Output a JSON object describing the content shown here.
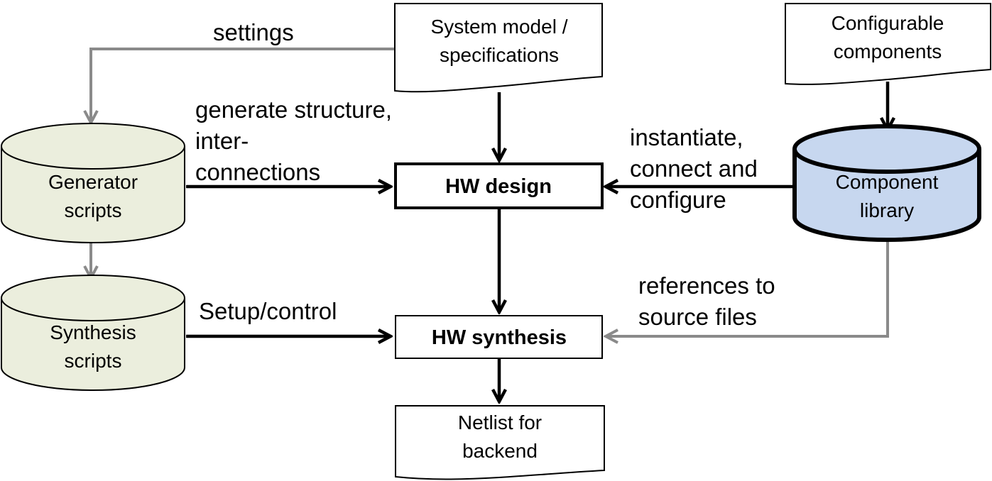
{
  "nodes": {
    "system_model": {
      "line1": "System model /",
      "line2": "specifications"
    },
    "configurable": {
      "line1": "Configurable",
      "line2": "components"
    },
    "generator_scripts": {
      "line1": "Generator",
      "line2": "scripts"
    },
    "synthesis_scripts": {
      "line1": "Synthesis",
      "line2": "scripts"
    },
    "component_library": {
      "line1": "Component",
      "line2": "library"
    },
    "hw_design": {
      "label": "HW design"
    },
    "hw_synthesis": {
      "label": "HW synthesis"
    },
    "netlist": {
      "line1": "Netlist for",
      "line2": "backend"
    }
  },
  "edges": {
    "settings": "settings",
    "generate": {
      "line1": "generate structure,",
      "line2": "inter-",
      "line3": "connections"
    },
    "instantiate": {
      "line1": "instantiate,",
      "line2": "connect and",
      "line3": "configure"
    },
    "setup": "Setup/control",
    "references": {
      "line1": "references to",
      "line2": "source files"
    }
  },
  "colors": {
    "script_fill": "#ebeedd",
    "library_fill": "#c7d7ef",
    "black_arrow": "#000000",
    "grey_arrow": "#8a8a8a"
  }
}
